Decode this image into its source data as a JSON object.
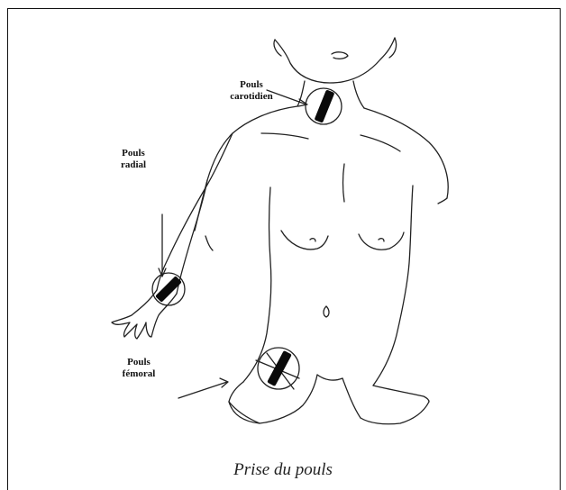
{
  "labels": {
    "carotid": [
      "Pouls",
      "carotidien"
    ],
    "radial": [
      "Pouls",
      "radial"
    ],
    "femoral": [
      "Pouls",
      "fémoral"
    ]
  },
  "caption": "Prise du pouls",
  "colors": {
    "line": "#222222",
    "marker": "#0a0a0a",
    "frame": "#111111"
  },
  "icons": [
    "carotid-pulse-marker",
    "radial-pulse-marker",
    "femoral-pulse-marker",
    "arrow"
  ]
}
